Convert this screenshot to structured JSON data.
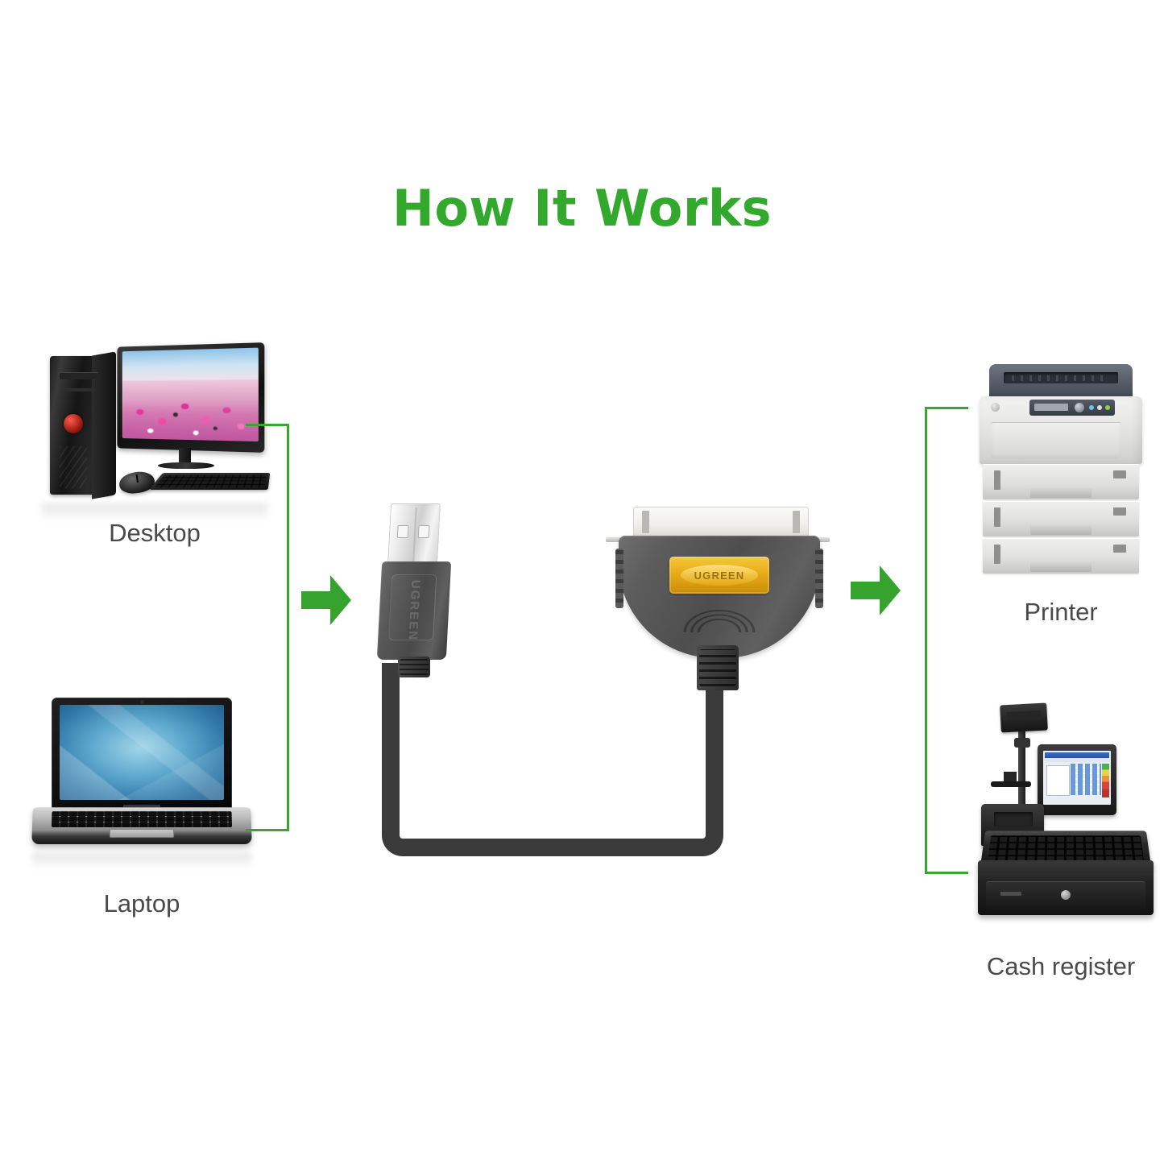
{
  "page": {
    "title": "How It Works",
    "title_color": "#32a82c",
    "background": "#ffffff",
    "accent_green": "#3aa532",
    "arrow_green": "#36a32e",
    "caption_color": "#4a4a4a"
  },
  "sources": {
    "bracket_name": "input-devices-bracket",
    "items": [
      {
        "id": "desktop",
        "label": "Desktop",
        "icon": "desktop-computer-icon"
      },
      {
        "id": "laptop",
        "label": "Laptop",
        "icon": "laptop-computer-icon"
      }
    ]
  },
  "targets": {
    "bracket_name": "output-devices-bracket",
    "items": [
      {
        "id": "printer",
        "label": "Printer",
        "icon": "laser-printer-icon"
      },
      {
        "id": "cash-register",
        "label": "Cash register",
        "icon": "pos-cash-register-icon"
      }
    ]
  },
  "arrows": [
    {
      "id": "arrow-left",
      "direction": "right",
      "icon": "arrow-right-icon"
    },
    {
      "id": "arrow-right",
      "direction": "right",
      "icon": "arrow-right-icon"
    }
  ],
  "product": {
    "name": "usb-to-parallel-printer-cable",
    "usb_connector": {
      "type": "USB-A",
      "brand_text": "UGREEN",
      "housing_color": "#4a4a4a",
      "contact_color": "#e8e8e8"
    },
    "parallel_connector": {
      "type": "IEEE-1284 Centronics 36-pin",
      "brand_text": "UGREEN",
      "label_color": "#e8ac18",
      "shell_color": "#5c5c5c",
      "top_color": "#f0efec"
    },
    "cable_color": "#3b3b3b",
    "cable_shape": "u-bend"
  }
}
